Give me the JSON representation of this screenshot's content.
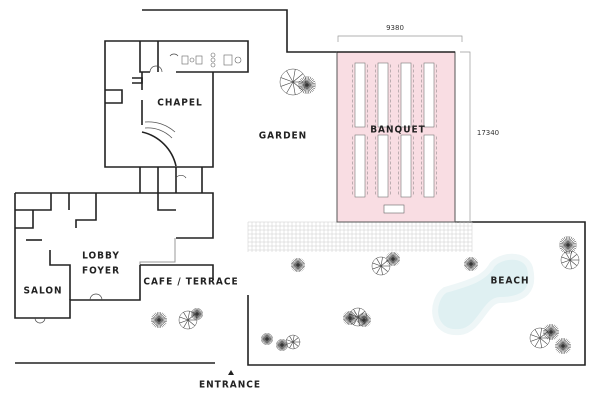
{
  "rooms": {
    "chapel": "CHAPEL",
    "garden": "GARDEN",
    "banquet": "BANQUET",
    "lobby_line1": "LOBBY",
    "lobby_line2": "FOYER",
    "salon": "SALON",
    "cafe": "CAFE / TERRACE",
    "beach": "BEACH",
    "entrance": "ENTRANCE"
  },
  "dimensions": {
    "width": "9380",
    "length": "17340"
  },
  "colors": {
    "banquet_fill": "#f9dde3",
    "beach_water": "#dff0f2",
    "walls": "#222222"
  }
}
